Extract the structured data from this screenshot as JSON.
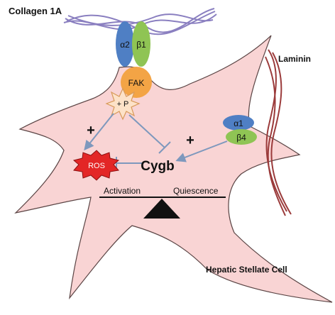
{
  "labels": {
    "collagen": "Collagen 1A",
    "laminin": "Laminin",
    "cell": "Hepatic Stellate Cell",
    "cygb": "Cygb",
    "ros": "ROS",
    "fak": "FAK",
    "phospho": "+ P",
    "activation": "Activation",
    "quiescence": "Quiescence",
    "plus_left": "+",
    "plus_right": "+"
  },
  "integrins": {
    "alpha2": "α2",
    "beta1": "β1",
    "alpha1": "α1",
    "beta4": "β4"
  },
  "colors": {
    "cell_fill": "#f9d4d4",
    "cell_stroke": "#5a4444",
    "alpha_blue": "#4f7fc4",
    "beta_green": "#8fc454",
    "fak_orange": "#f3a445",
    "phospho_fill": "#fde2c8",
    "ros_red": "#e32626",
    "arrow_blue": "#7e98bd",
    "collagen_purple": "#8a7fc0",
    "laminin_red": "#9b3b3b"
  },
  "icons": {
    "ros": "starburst-shape",
    "phospho": "star-shape",
    "balance": "fulcrum-triangle"
  }
}
